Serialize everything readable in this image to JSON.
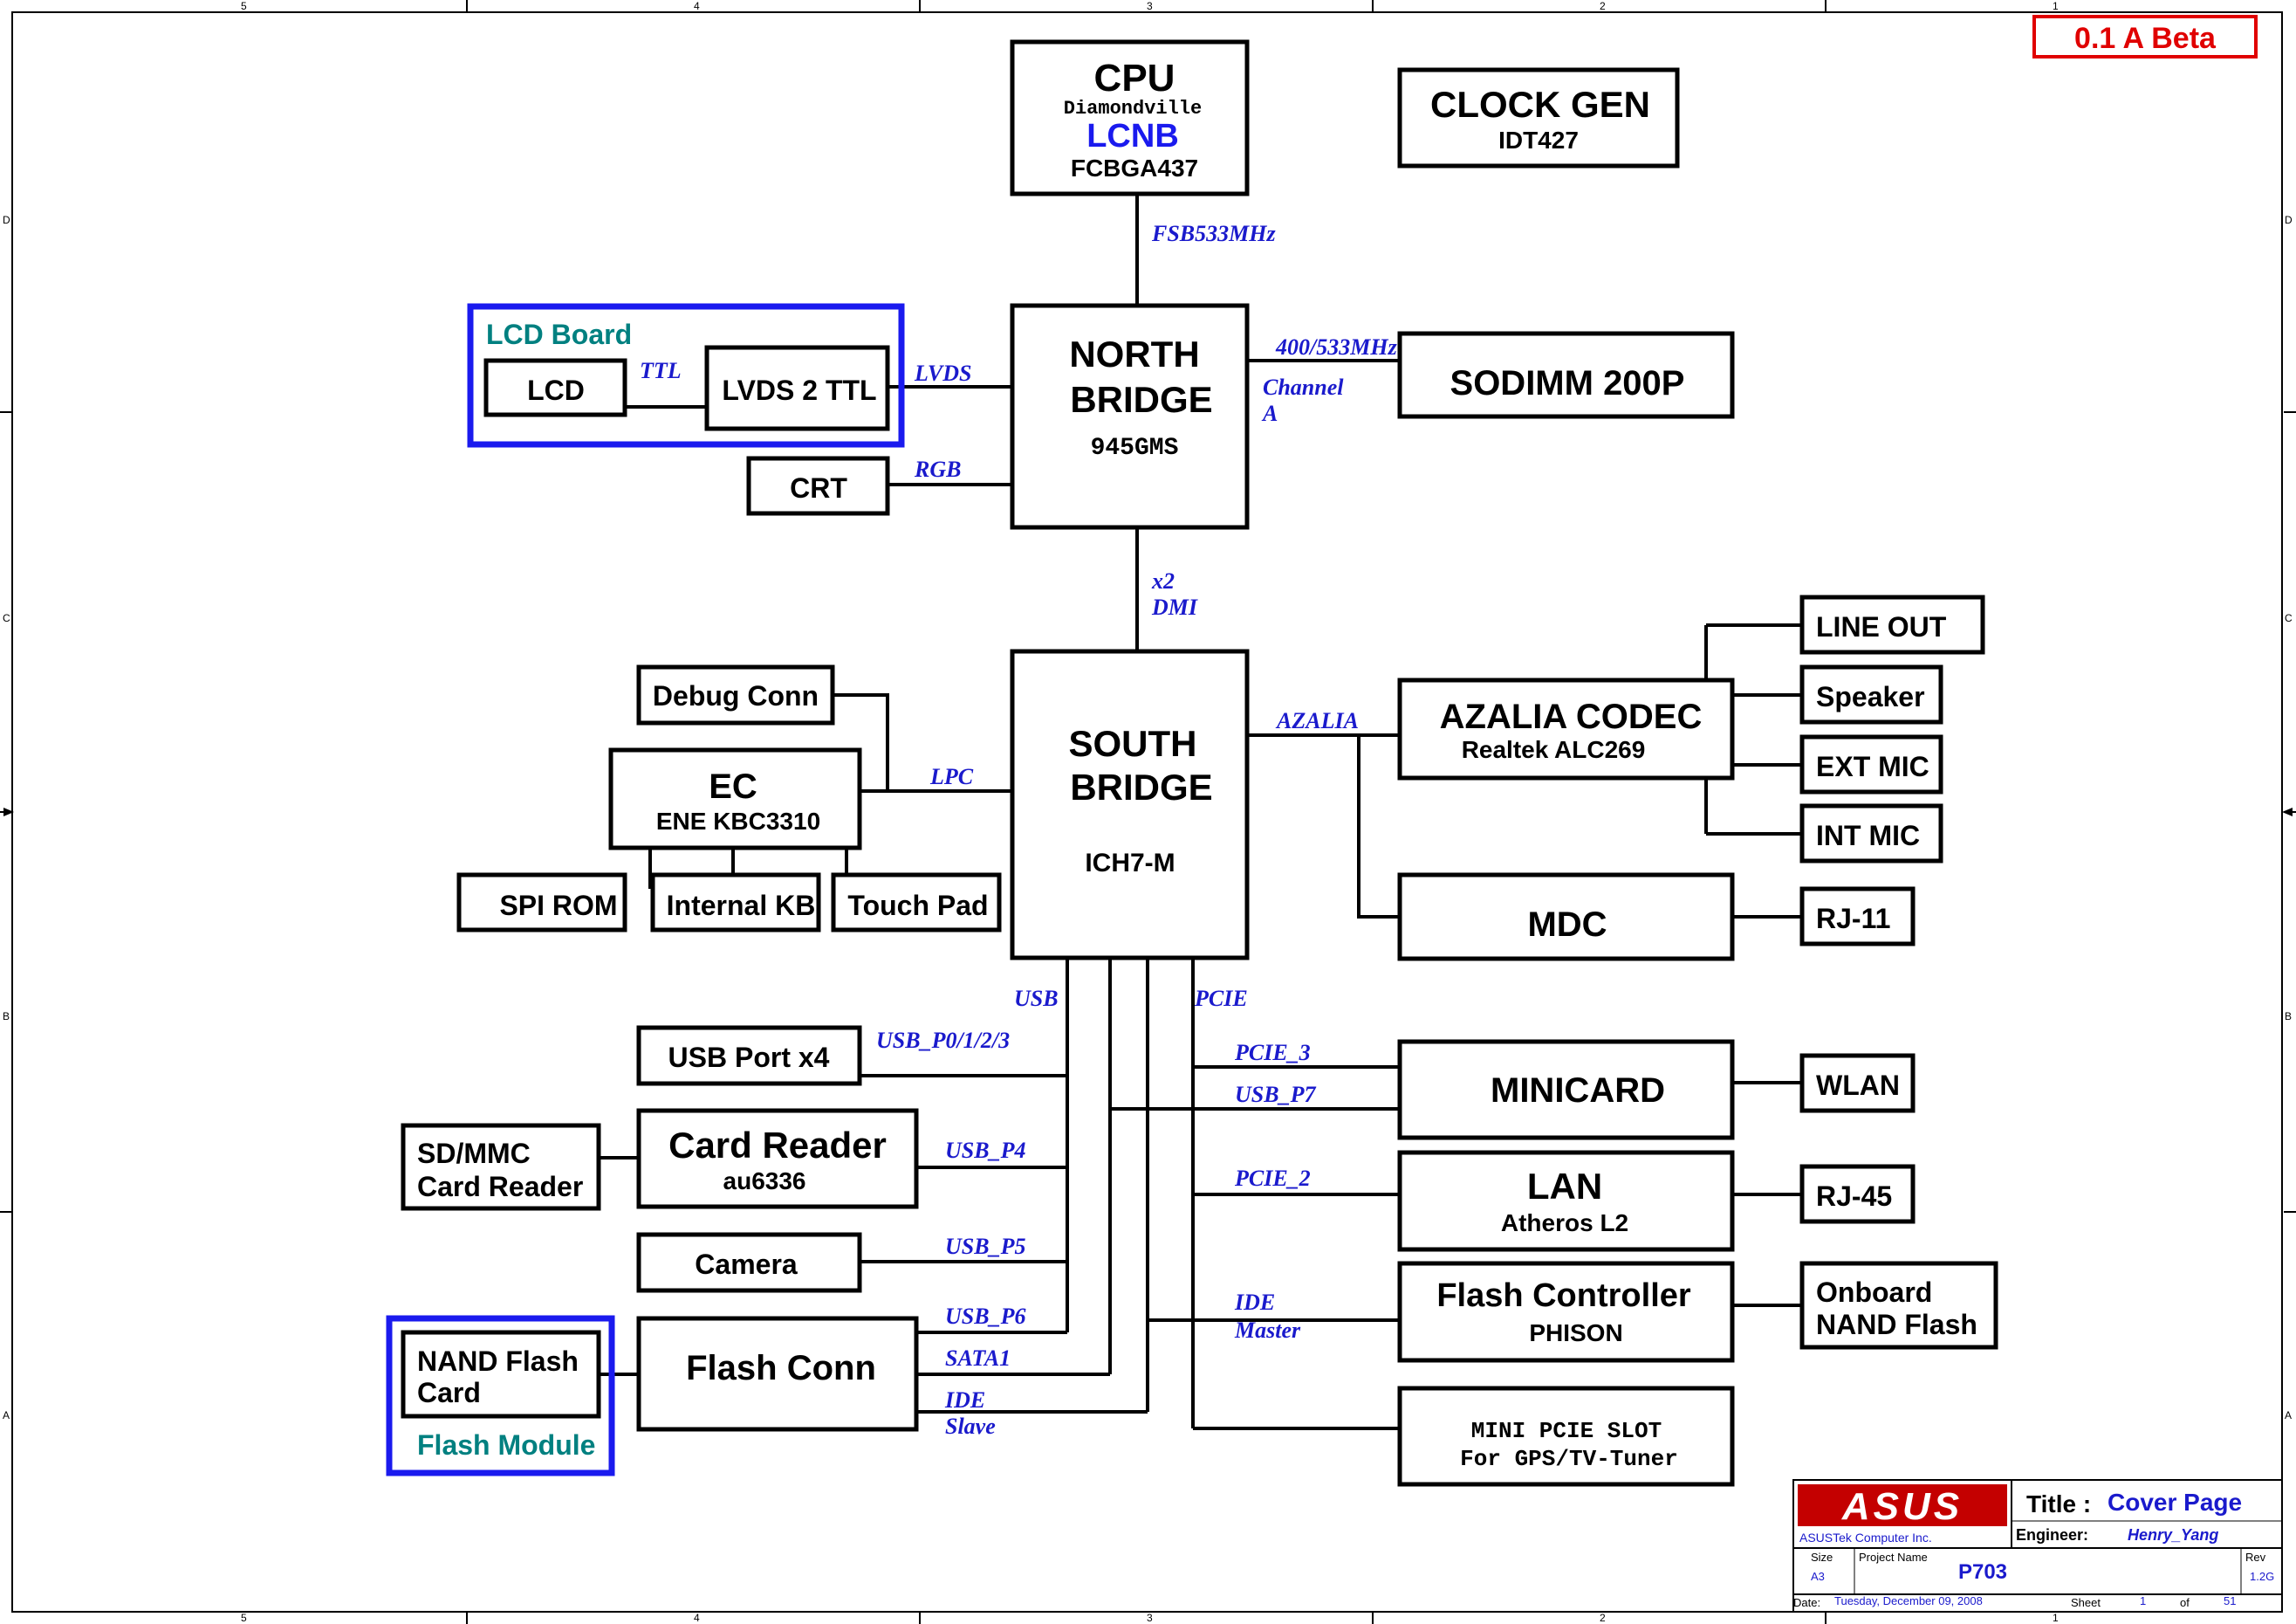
{
  "revision_badge": "0.1 A Beta",
  "zones": {
    "top": [
      "5",
      "4",
      "3",
      "2",
      "1"
    ],
    "bottom": [
      "5",
      "4",
      "3",
      "2",
      "1"
    ],
    "left": [
      "D",
      "C",
      "B",
      "A"
    ],
    "right": [
      "D",
      "C",
      "B",
      "A"
    ]
  },
  "blocks": {
    "cpu": {
      "title": "CPU",
      "line1": "Diamondville",
      "line2": "LCNB",
      "line3": "FCBGA437"
    },
    "clock_gen": {
      "title": "CLOCK GEN",
      "line1": "IDT427"
    },
    "north_bridge": {
      "title1": "NORTH",
      "title2": "BRIDGE",
      "line1": "945GMS"
    },
    "sodimm": {
      "title": "SODIMM 200P"
    },
    "lcd_board": {
      "label": "LCD Board",
      "lcd": "LCD",
      "lvds2ttl": "LVDS 2 TTL"
    },
    "crt": {
      "title": "CRT"
    },
    "south_bridge": {
      "title1": "SOUTH",
      "title2": "BRIDGE",
      "line1": "ICH7-M"
    },
    "debug_conn": {
      "title": "Debug Conn"
    },
    "ec": {
      "title": "EC",
      "line1": "ENE KBC3310"
    },
    "spi_rom": {
      "title": "SPI ROM"
    },
    "internal_kb": {
      "title": "Internal KB"
    },
    "touch_pad": {
      "title": "Touch Pad"
    },
    "azalia_codec": {
      "title": "AZALIA CODEC",
      "line1": "Realtek ALC269"
    },
    "line_out": {
      "title": "LINE OUT"
    },
    "speaker": {
      "title": "Speaker"
    },
    "ext_mic": {
      "title": "EXT MIC"
    },
    "int_mic": {
      "title": "INT MIC"
    },
    "mdc": {
      "title": "MDC"
    },
    "rj11": {
      "title": "RJ-11"
    },
    "usb_port": {
      "title": "USB Port x4"
    },
    "sd_mmc": {
      "line1": "SD/MMC",
      "line2": "Card Reader"
    },
    "card_reader": {
      "title": "Card Reader",
      "line1": "au6336"
    },
    "camera": {
      "title": "Camera"
    },
    "nand_flash_card": {
      "line1": "NAND Flash",
      "line2": "Card"
    },
    "flash_module": {
      "label": "Flash Module"
    },
    "flash_conn": {
      "title": "Flash Conn"
    },
    "minicard": {
      "title": "MINICARD"
    },
    "wlan": {
      "title": "WLAN"
    },
    "lan": {
      "title": "LAN",
      "line1": "Atheros L2"
    },
    "rj45": {
      "title": "RJ-45"
    },
    "flash_controller": {
      "title": "Flash Controller",
      "line1": "PHISON"
    },
    "onboard_nand": {
      "line1": "Onboard",
      "line2": "NAND Flash"
    },
    "mini_pcie_slot": {
      "line1": "MINI PCIE SLOT",
      "line2": "For GPS/TV-Tuner"
    }
  },
  "signals": {
    "fsb": "FSB533MHz",
    "mem_speed": "400/533MHz",
    "channel": "Channel",
    "channel_a": "A",
    "ttl": "TTL",
    "lvds": "LVDS",
    "rgb": "RGB",
    "x2": "x2",
    "dmi": "DMI",
    "lpc": "LPC",
    "azalia": "AZALIA",
    "usb": "USB",
    "pcie": "PCIE",
    "usb_p0123": "USB_P0/1/2/3",
    "usb_p4": "USB_P4",
    "usb_p5": "USB_P5",
    "usb_p6": "USB_P6",
    "sata1": "SATA1",
    "ide": "IDE",
    "slave": "Slave",
    "pcie_3": "PCIE_3",
    "usb_p7": "USB_P7",
    "pcie_2": "PCIE_2",
    "ide_m": "IDE",
    "master": "Master"
  },
  "title_block": {
    "logo_text": "ASUS",
    "company": "ASUSTek Computer Inc.",
    "title_label": "Title :",
    "title_value": "Cover Page",
    "engineer_label": "Engineer:",
    "engineer_value": "Henry_Yang",
    "size_label": "Size",
    "size_value": "A3",
    "project_label": "Project Name",
    "project_value": "P703",
    "rev_label": "Rev",
    "rev_value": "1.2G",
    "date_label": "Date:",
    "date_value": "Tuesday, December 09, 2008",
    "sheet_label": "Sheet",
    "sheet_value": "1",
    "of_label": "of",
    "total_sheets": "51"
  },
  "colors": {
    "signal_label": "#1a1acc",
    "group_border": "#1a1aee",
    "group_label": "#008080",
    "badge": "#e00000"
  }
}
